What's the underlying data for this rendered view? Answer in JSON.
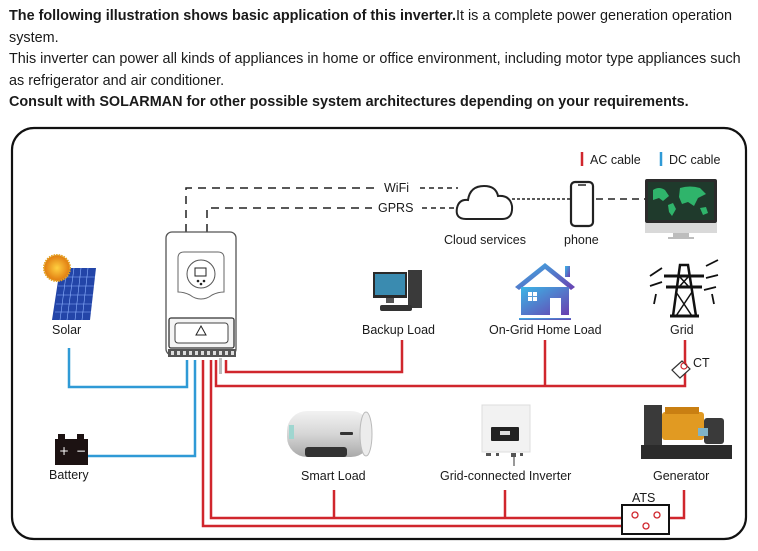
{
  "intro": {
    "line1_bold": "The following illustration shows basic application of this inverter.",
    "line1_rest": "It is a complete power generation operation system.",
    "line2": "This inverter can power all kinds of appliances in home or office environment, including motor type appliances such as refrigerator and air conditioner.",
    "line3_bold": "Consult with SOLARMAN for other possible system architectures depending on your requirements."
  },
  "legend": {
    "ac": {
      "label": "AC cable",
      "color": "#d0262d"
    },
    "dc": {
      "label": "DC cable",
      "color": "#2f9ad6"
    }
  },
  "comm": {
    "wifi": "WiFi",
    "gprs": "GPRS",
    "cloud": "Cloud services",
    "phone": "phone"
  },
  "nodes": {
    "solar": "Solar",
    "battery": "Battery",
    "backup_load": "Backup Load",
    "on_grid_home_load": "On-Grid Home Load",
    "grid": "Grid",
    "ct": "CT",
    "smart_load": "Smart Load",
    "grid_connected_inverter": "Grid-connected Inverter",
    "generator": "Generator",
    "ats": "ATS"
  },
  "colors": {
    "ac_cable": "#d0262d",
    "dc_cable": "#2f9ad6",
    "frame": "#111111"
  }
}
